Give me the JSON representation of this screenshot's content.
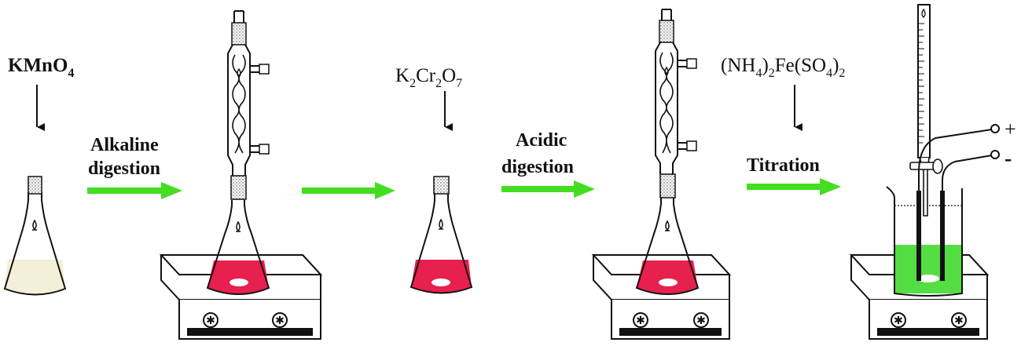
{
  "reagents": {
    "kmno4": {
      "main": "KMnO",
      "sub": "4"
    },
    "k2cr2o7": {
      "p1": "K",
      "s1": "2",
      "p2": "Cr",
      "s2": "2",
      "p3": "O",
      "s3": "7"
    },
    "fas": {
      "p1": "(NH",
      "s1": "4",
      "p2": ")",
      "s2": "2",
      "p3": "Fe(SO",
      "s3": "4",
      "p4": ")",
      "s4": "2"
    }
  },
  "steps": {
    "alkaline_line1": "Alkaline",
    "alkaline_line2": "digestion",
    "acidic_line1": "Acidic",
    "acidic_line2": "digestion",
    "titration": "Titration"
  },
  "electrodes": {
    "plus": "+",
    "minus": "-"
  },
  "colors": {
    "arrow_green": "#44dd22",
    "pale_solution": "#f3efd8",
    "red_solution": "#e8204e",
    "green_solution": "#55dd44",
    "hotplate_black": "#111111"
  }
}
